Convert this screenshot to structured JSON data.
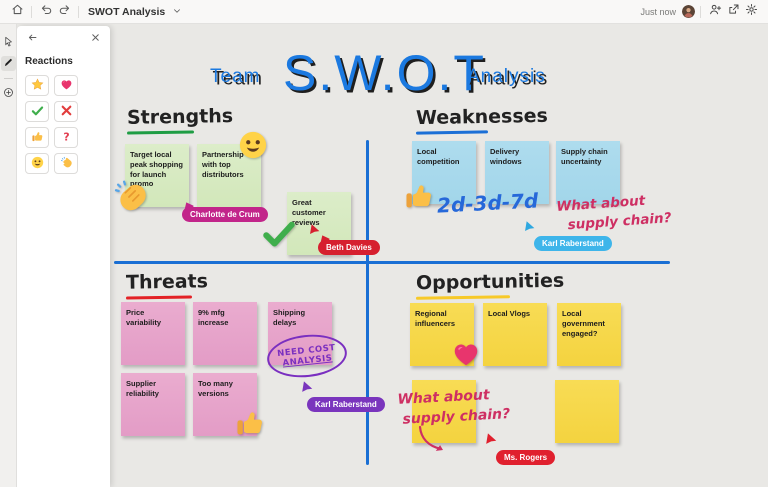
{
  "topbar": {
    "board_title": "SWOT Analysis",
    "saved_status": "Just now"
  },
  "reactions_panel": {
    "title": "Reactions",
    "emojis": [
      "star",
      "heart",
      "check",
      "cross",
      "thumbs-up",
      "question",
      "smiley",
      "wave"
    ]
  },
  "board": {
    "title_pre": "Team",
    "title_main": "S.W.O.T",
    "title_post": "Analysis",
    "accent_colors": {
      "line_blue": "#1a6fd4",
      "title_blue": "#1b79e0"
    },
    "quadrants": {
      "strengths": {
        "heading": "Strengths",
        "underline_color": "#1f9d44",
        "note_color": "#d8ebc2",
        "notes": [
          "Target local peak shopping for launch promo",
          "Partnership with top distributors",
          "Great customer reviews"
        ]
      },
      "weaknesses": {
        "heading": "Weaknesses",
        "underline_color": "#1b6fd6",
        "note_color": "#a6d9ec",
        "notes": [
          "Local competition",
          "Delivery windows",
          "Supply chain uncertainty"
        ]
      },
      "threats": {
        "heading": "Threats",
        "underline_color": "#e32226",
        "note_color": "#e6a3cb",
        "notes": [
          "Price variability",
          "9% mfg increase",
          "Shipping delays",
          "Supplier reliability",
          "Too many versions"
        ]
      },
      "opportunities": {
        "heading": "Opportunities",
        "underline_color": "#f7c928",
        "note_color": "#f6d84b",
        "notes": [
          "Regional influencers",
          "Local Vlogs",
          "Local government engaged?",
          "",
          ""
        ]
      }
    },
    "annotations": {
      "lead_times": "2d-3d-7d",
      "weakness_q1": "What about",
      "weakness_q2": "supply chain?",
      "cost_1": "NEED COST",
      "cost_2": "ANALYSIS",
      "opportunity_q1": "What about",
      "opportunity_q2": "supply chain?"
    },
    "collaborators": {
      "charlotte": {
        "name": "Charlotte de Crum",
        "color": "#c2258a"
      },
      "beth": {
        "name": "Beth Davies",
        "color": "#d6202f"
      },
      "karl_blue": {
        "name": "Karl Raberstand",
        "color": "#3eb5ea"
      },
      "karl_purple": {
        "name": "Karl Raberstand",
        "color": "#7a35bd"
      },
      "ms_rogers": {
        "name": "Ms. Rogers",
        "color": "#e0202e"
      }
    }
  }
}
